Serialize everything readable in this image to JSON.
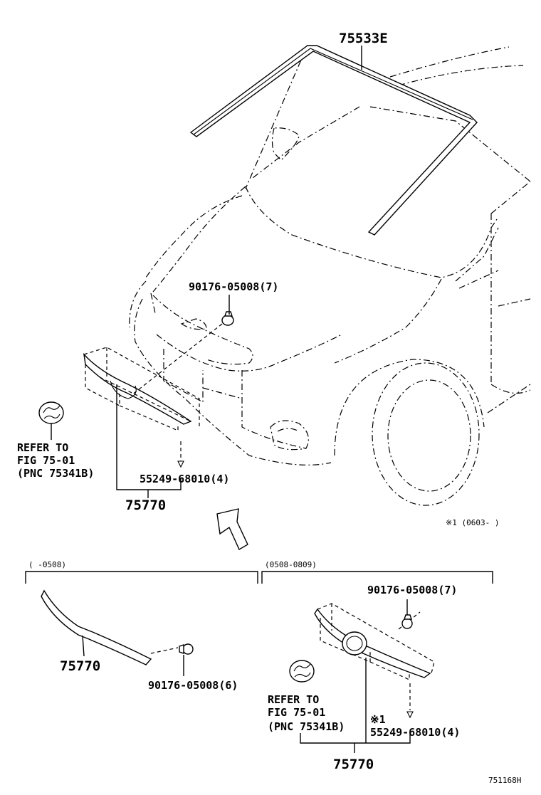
{
  "labels": {
    "windshield_molding": "75533E",
    "clip_top": "90176-05008(7)",
    "emblem_ref_top_1": "REFER TO",
    "emblem_ref_top_2": "FIG 75-01",
    "emblem_ref_top_3": "(PNC 75341B)",
    "screw_top": "55249-68010(4)",
    "grille_top": "75770",
    "note_range": "※1 (0603-      )",
    "range_left": "(      -0508)",
    "range_right": "(0508-0809)",
    "clip_right": "90176-05008(7)",
    "grille_left": "75770",
    "clip_left": "90176-05008(6)",
    "emblem_ref_right_1": "REFER TO",
    "emblem_ref_right_2": "FIG 75-01",
    "emblem_ref_right_3": "(PNC 75341B)",
    "note_mark": "※1",
    "screw_right": "55249-68010(4)",
    "grille_right": "75770",
    "figure_id": "751168H"
  }
}
